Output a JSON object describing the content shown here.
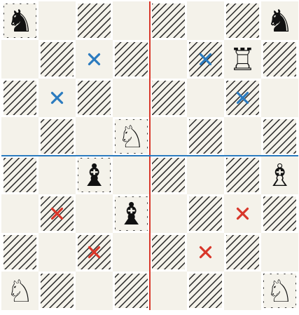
{
  "board": {
    "files": 8,
    "ranks": 8,
    "top_left_square": "dark",
    "colors": {
      "light_square": "#f4f2ea",
      "hatch_line": "#2a2a2a",
      "divider_vertical": "#d8372a",
      "divider_horizontal": "#2b7bbf",
      "marker_blue": "#2b7bbf",
      "marker_red": "#d8372a",
      "piece_black": "#111111",
      "piece_white_outline": "#111111"
    },
    "dividers": {
      "vertical_between_files": [
        4,
        5
      ],
      "horizontal_between_ranks": [
        4,
        5
      ]
    }
  },
  "pieces": [
    {
      "name": "black-knight-a8",
      "square": "a8",
      "color": "black",
      "type": "knight",
      "glyph": "♞",
      "icon": "black-knight-icon"
    },
    {
      "name": "black-knight-h8",
      "square": "h8",
      "color": "black",
      "type": "knight",
      "glyph": "♞",
      "icon": "black-knight-icon"
    },
    {
      "name": "white-rook-g7",
      "square": "g7",
      "color": "white",
      "type": "rook",
      "glyph": "♖",
      "icon": "white-rook-icon"
    },
    {
      "name": "white-knight-d5",
      "square": "d5",
      "color": "white",
      "type": "knight",
      "glyph": "♘",
      "icon": "white-knight-icon"
    },
    {
      "name": "black-bishop-c4",
      "square": "c4",
      "color": "black",
      "type": "bishop",
      "glyph": "♝",
      "icon": "black-bishop-icon"
    },
    {
      "name": "white-bishop-h4",
      "square": "h4",
      "color": "white",
      "type": "bishop",
      "glyph": "♗",
      "icon": "white-bishop-icon"
    },
    {
      "name": "black-bishop-d3",
      "square": "d3",
      "color": "black",
      "type": "bishop",
      "glyph": "♝",
      "icon": "black-bishop-icon"
    },
    {
      "name": "white-knight-a1",
      "square": "a1",
      "color": "white",
      "type": "knight",
      "glyph": "♘",
      "icon": "white-knight-icon"
    },
    {
      "name": "white-knight-h1",
      "square": "h1",
      "color": "white",
      "type": "knight",
      "glyph": "♘",
      "icon": "white-knight-icon"
    }
  ],
  "markers": [
    {
      "square": "c7",
      "color": "blue"
    },
    {
      "square": "f7",
      "color": "blue"
    },
    {
      "square": "b6",
      "color": "blue"
    },
    {
      "square": "g6",
      "color": "blue"
    },
    {
      "square": "b3",
      "color": "red"
    },
    {
      "square": "g3",
      "color": "red"
    },
    {
      "square": "c2",
      "color": "red"
    },
    {
      "square": "f2",
      "color": "red"
    }
  ]
}
